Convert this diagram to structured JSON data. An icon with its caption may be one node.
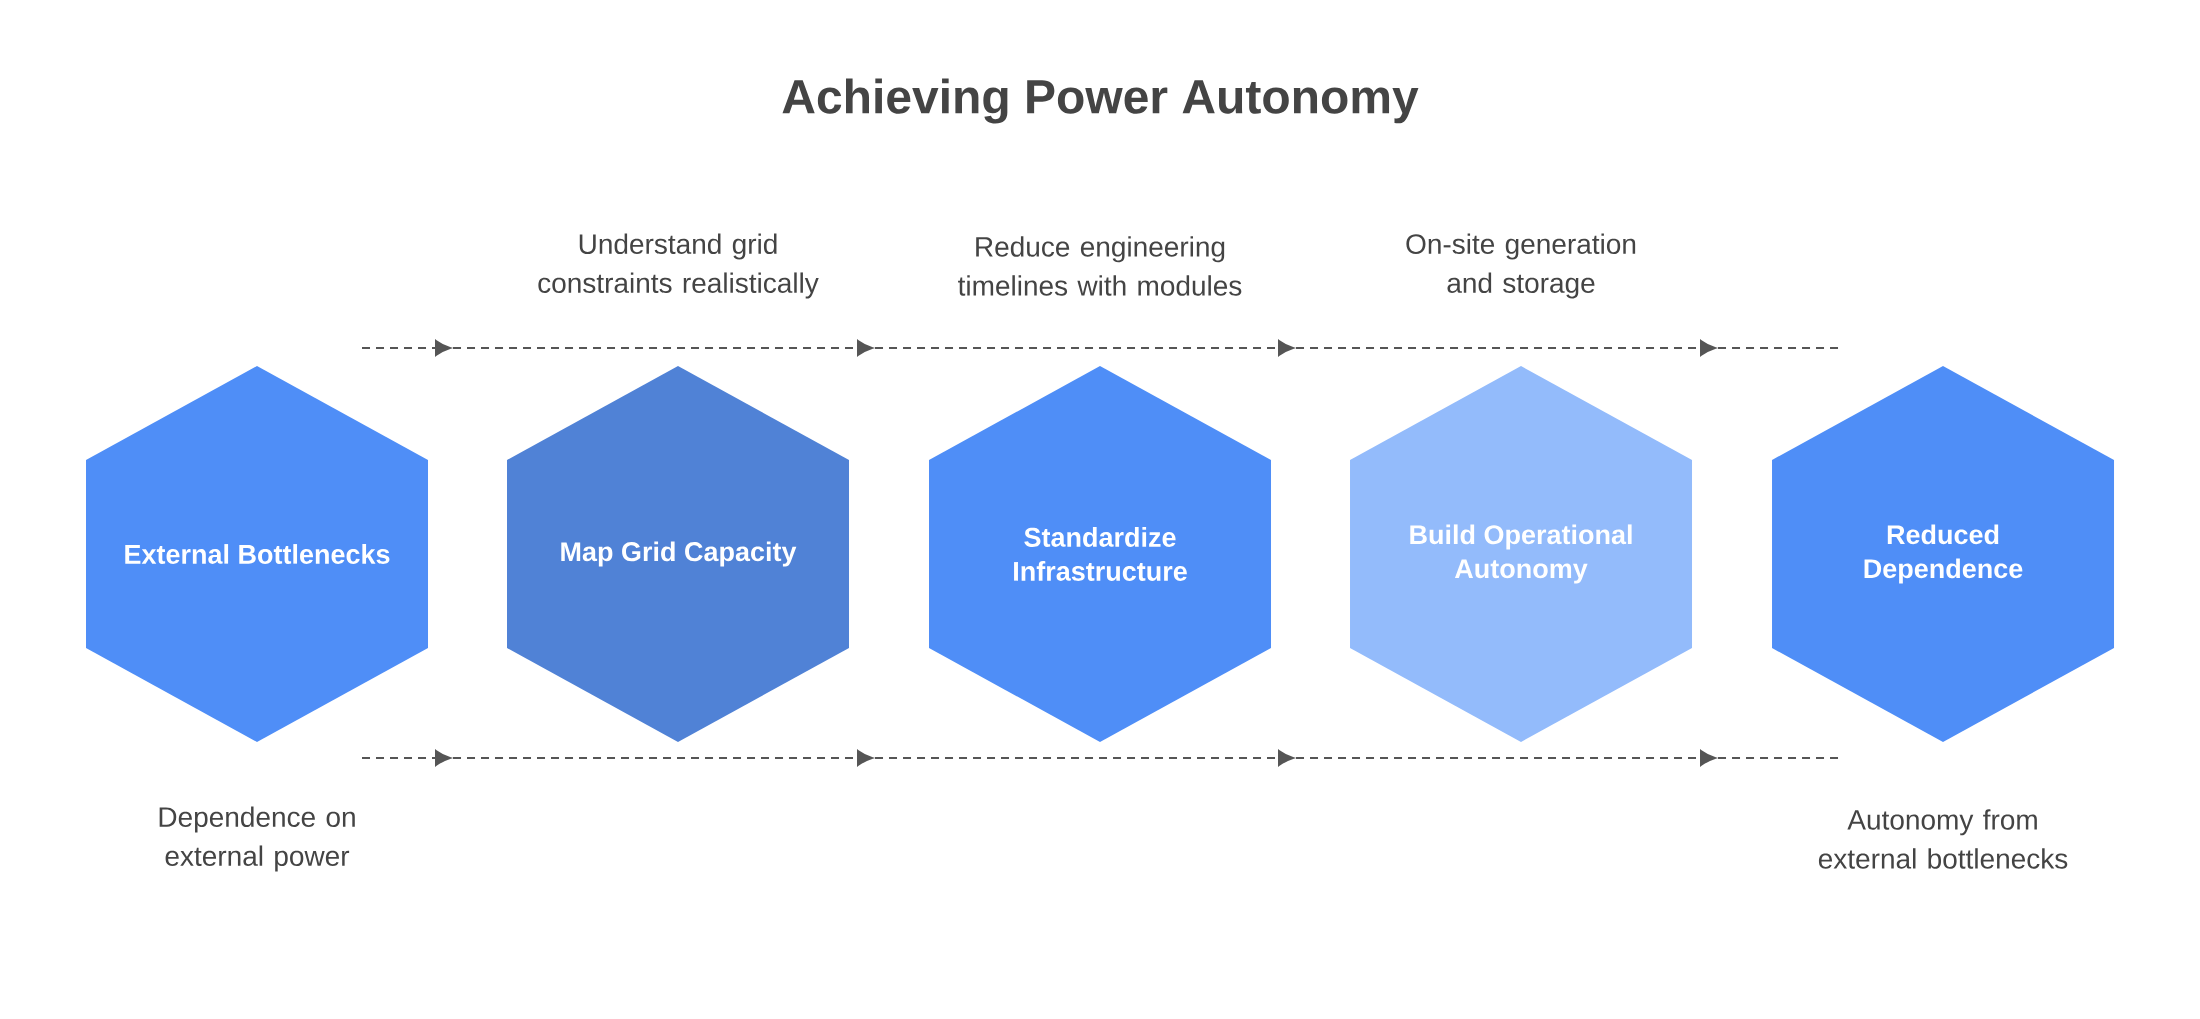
{
  "diagram": {
    "title": "Achieving Power Autonomy",
    "nodes": [
      {
        "text": [
          "External Bottlenecks"
        ],
        "beside": [
          "Dependence on external power"
        ]
      },
      {
        "text": [
          "Map Grid Capacity"
        ],
        "beside": [
          "Understand grid constraints realistically"
        ]
      },
      {
        "text": [
          "Standardize Infrastructure"
        ],
        "beside": [
          "Reduce engineering timelines with modules"
        ]
      },
      {
        "text": [
          "Build Operational Autonomy"
        ],
        "beside": [
          "On-site generation and storage"
        ]
      },
      {
        "text": [
          "Reduced Dependence"
        ],
        "beside": [
          "Autonomy from external bottlenecks"
        ]
      }
    ]
  }
}
